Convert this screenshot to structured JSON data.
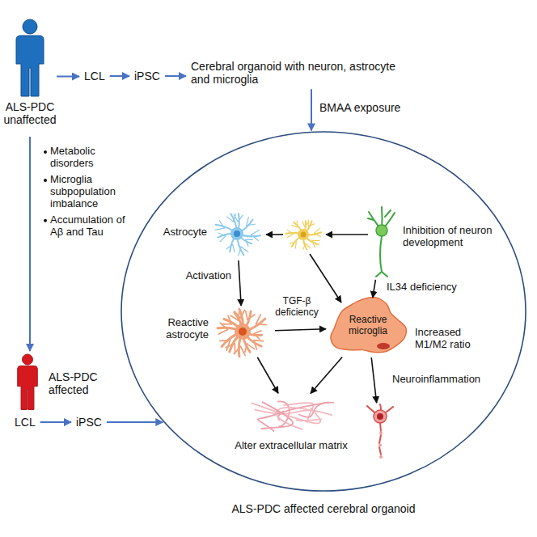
{
  "diagram": {
    "nodes": [
      {
        "text": [
          "ALS-PDC unaffected"
        ]
      },
      {
        "text": [
          "LCL"
        ]
      },
      {
        "text": [
          "iPSC"
        ]
      },
      {
        "text": [
          "Cerebral organoid with neuron, astrocyte and microglia"
        ]
      },
      {
        "text": [
          "ALS-PDC affected cerebral organoid"
        ]
      },
      {
        "text": [
          "ALS-PDC affected"
        ]
      },
      {
        "text": [
          "LCL"
        ]
      },
      {
        "text": [
          "iPSC"
        ]
      },
      {
        "text": [
          "Astrocyte"
        ],
        "in": 4
      },
      {
        "text": [
          "Inhibition of neuron development"
        ],
        "in": 4
      },
      {
        "text": [
          "Reactive astrocyte"
        ],
        "in": 4
      },
      {
        "text": [
          "Reactive microglia",
          "Increased M1/M2 ratio"
        ],
        "in": 4
      },
      {
        "text": [
          "Alter extracellular matrix"
        ],
        "in": 4
      },
      {
        "text": [
          "Neuroinflammation"
        ],
        "in": 4
      }
    ],
    "edges": [
      {
        "from": 0,
        "to": 1,
        "arrow": "to"
      },
      {
        "from": 1,
        "to": 2,
        "arrow": "to"
      },
      {
        "from": 2,
        "to": 3,
        "arrow": "to"
      },
      {
        "from": 3,
        "to": 4,
        "label": "BMAA exposure",
        "arrow": "to"
      },
      {
        "from": 0,
        "to": 5,
        "arrow": "to"
      },
      {
        "from": 6,
        "to": 7,
        "arrow": "to"
      },
      {
        "from": 7,
        "to": 4,
        "arrow": "to"
      },
      {
        "from": 8,
        "to": 10,
        "label": "Activation",
        "arrow": "to"
      },
      {
        "from": 9,
        "to": 11,
        "label": "IL34 deficiency",
        "arrow": "to"
      },
      {
        "from": 10,
        "to": 11,
        "label": "TGF-β deficiency",
        "arrow": "to"
      },
      {
        "from": 10,
        "to": 12,
        "arrow": "to"
      },
      {
        "from": 11,
        "to": 12,
        "arrow": "to"
      },
      {
        "from": 11,
        "to": 13,
        "arrow": "to"
      }
    ],
    "labels": [
      "Metabolic disorders",
      "Microglia subpopulation imbalance",
      "Accumulation of Aβ and Tau"
    ]
  }
}
